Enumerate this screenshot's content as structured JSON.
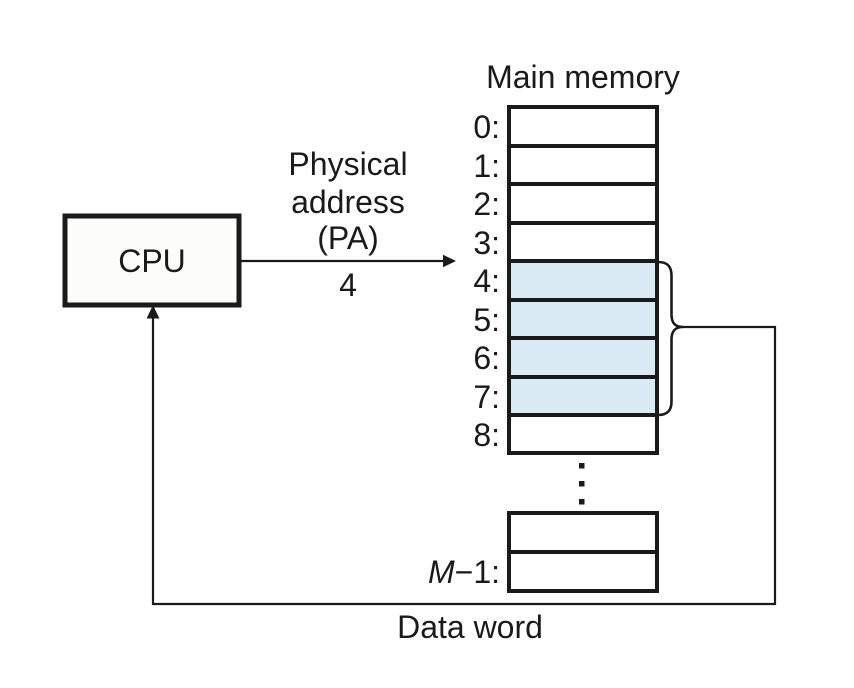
{
  "diagram": {
    "title": "Main memory",
    "cpu_label": "CPU",
    "pa_label_line1": "Physical",
    "pa_label_line2": "address",
    "pa_label_line3": "(PA)",
    "pa_value": "4",
    "memory_rows": [
      "0:",
      "1:",
      "2:",
      "3:",
      "4:",
      "5:",
      "6:",
      "7:",
      "8:"
    ],
    "highlighted_rows": [
      4,
      5,
      6,
      7
    ],
    "last_row_label_italic": "M",
    "last_row_label_rest": "−1:",
    "data_word_label": "Data word",
    "colors": {
      "highlight": "#d9eaf4",
      "stroke": "#1a1a1a",
      "cpu_fill": "#fcfcfa"
    }
  }
}
